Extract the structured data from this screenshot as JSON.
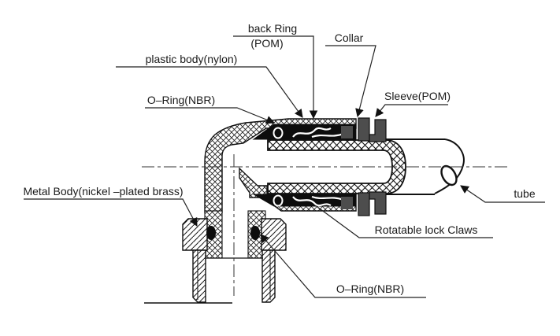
{
  "labels": {
    "back_ring": {
      "line1": "back Ring",
      "line2": "(POM)"
    },
    "collar": "Collar",
    "plastic_body": "plastic body(nylon)",
    "o_ring_top": "O–Ring(NBR)",
    "sleeve": "Sleeve(POM)",
    "metal_body": "Metal Body(nickel –plated brass)",
    "tube": "tube",
    "lock_claws": "Rotatable lock Claws",
    "o_ring_bottom": "O–Ring(NBR)"
  },
  "colors": {
    "line": "#1a1a1a",
    "leader": "#222222",
    "seal_black": "#0d0d0d",
    "hardware_gray": "#4d4d4d",
    "background": "#ffffff"
  }
}
